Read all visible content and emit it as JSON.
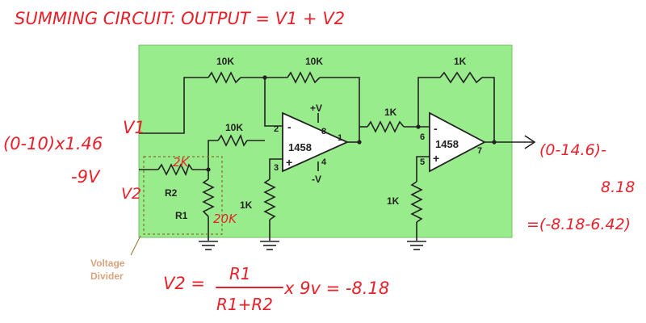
{
  "title": "SUMMING CIRCUIT:  OUTPUT = V1 + V2",
  "colors": {
    "board": "#99ec8c",
    "ink": "#e8202a",
    "divider_label": "#d9a37f",
    "wire": "#222222"
  },
  "resistors": {
    "r_top_left": "10K",
    "r_top_mid": "10K",
    "r_top_right": "1K",
    "r_in2": "10K",
    "r_between": "1K",
    "r_gnd1": "1K",
    "r_gnd2": "1K",
    "r2": "R2",
    "r1": "R1"
  },
  "opamps": {
    "a1": {
      "name": "1458",
      "pin_inv": "2",
      "pin_noninv": "3",
      "pin_vplus": "8",
      "pin_vminus": "4",
      "pin_out": "1",
      "supply_pos": "+V",
      "supply_neg": "-V"
    },
    "a2": {
      "name": "1458",
      "pin_inv": "6",
      "pin_noninv": "5",
      "pin_out": "7"
    }
  },
  "signs": {
    "minus": "-",
    "plus": "+"
  },
  "divider_label": [
    "Voltage",
    "Divider"
  ],
  "annotations": {
    "v1_input": "(0-10)x1.46",
    "v1": "V1",
    "v2_input": "-9V",
    "v2": "V2",
    "r2_value": "2K",
    "r1_value": "20K",
    "output_range": "(0-14.6)-",
    "output_minus": "8.18",
    "output_result": "=(-8.18-6.42)",
    "formula_lhs": "V2 =",
    "formula_num": "R1",
    "formula_den": "R1+R2",
    "formula_rhs": "x 9v  = -8.18"
  }
}
